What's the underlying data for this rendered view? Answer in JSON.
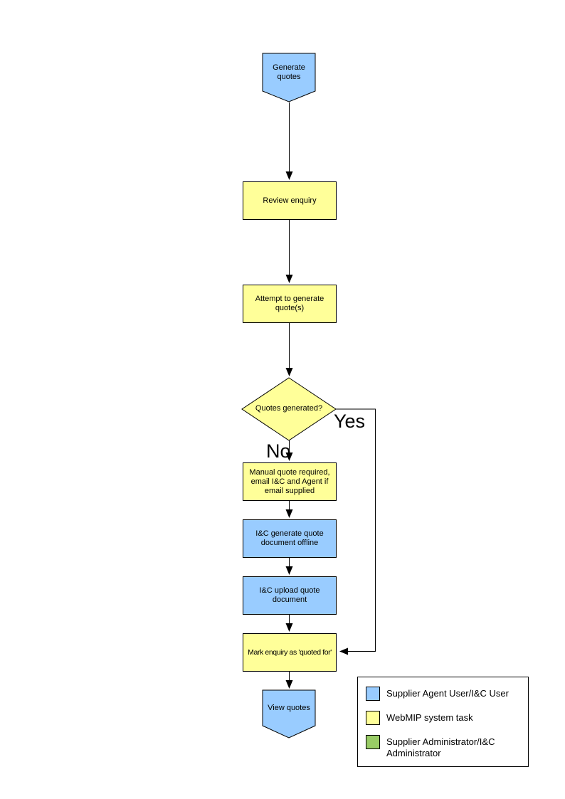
{
  "diagram": {
    "type": "flowchart",
    "nodes": [
      {
        "id": "start",
        "shape": "terminator",
        "label": "Generate quotes",
        "color": "#99CCFF"
      },
      {
        "id": "review-enquiry",
        "shape": "process",
        "label": "Review enquiry",
        "color": "#FFFF99"
      },
      {
        "id": "attempt-generate",
        "shape": "process",
        "label": "Attempt to generate quote(s)",
        "color": "#FFFF99"
      },
      {
        "id": "quotes-generated",
        "shape": "decision",
        "label": "Quotes generated?",
        "color": "#FFFF99"
      },
      {
        "id": "manual-quote",
        "shape": "process",
        "label": "Manual quote required, email I&C and Agent if email supplied",
        "color": "#FFFF99"
      },
      {
        "id": "generate-offline",
        "shape": "process",
        "label": "I&C generate quote document offline",
        "color": "#99CCFF"
      },
      {
        "id": "upload-document",
        "shape": "process",
        "label": "I&C upload quote document",
        "color": "#99CCFF"
      },
      {
        "id": "mark-quoted",
        "shape": "process",
        "label": "Mark enquiry as 'quoted for'",
        "color": "#FFFF99"
      },
      {
        "id": "end",
        "shape": "terminator",
        "label": "View quotes",
        "color": "#99CCFF"
      }
    ],
    "edges": [
      {
        "from": "start",
        "to": "review-enquiry",
        "label": ""
      },
      {
        "from": "review-enquiry",
        "to": "attempt-generate",
        "label": ""
      },
      {
        "from": "attempt-generate",
        "to": "quotes-generated",
        "label": ""
      },
      {
        "from": "quotes-generated",
        "to": "manual-quote",
        "label": "No"
      },
      {
        "from": "quotes-generated",
        "to": "mark-quoted",
        "label": "Yes"
      },
      {
        "from": "manual-quote",
        "to": "generate-offline",
        "label": ""
      },
      {
        "from": "generate-offline",
        "to": "upload-document",
        "label": ""
      },
      {
        "from": "upload-document",
        "to": "mark-quoted",
        "label": ""
      },
      {
        "from": "mark-quoted",
        "to": "end",
        "label": ""
      }
    ],
    "edge_labels": {
      "yes": "Yes",
      "no": "No"
    },
    "colors": {
      "line": "#000000",
      "border": "#000000",
      "blue_role": "#99CCFF",
      "yellow_role": "#FFFF99",
      "green_role": "#99CC66"
    },
    "legend": {
      "items": [
        {
          "label": "Supplier Agent User/I&C User",
          "color": "#99CCFF"
        },
        {
          "label": "WebMIP system task",
          "color": "#FFFF99"
        },
        {
          "label": "Supplier Administrator/I&C Administrator",
          "color": "#99CC66"
        }
      ]
    }
  }
}
